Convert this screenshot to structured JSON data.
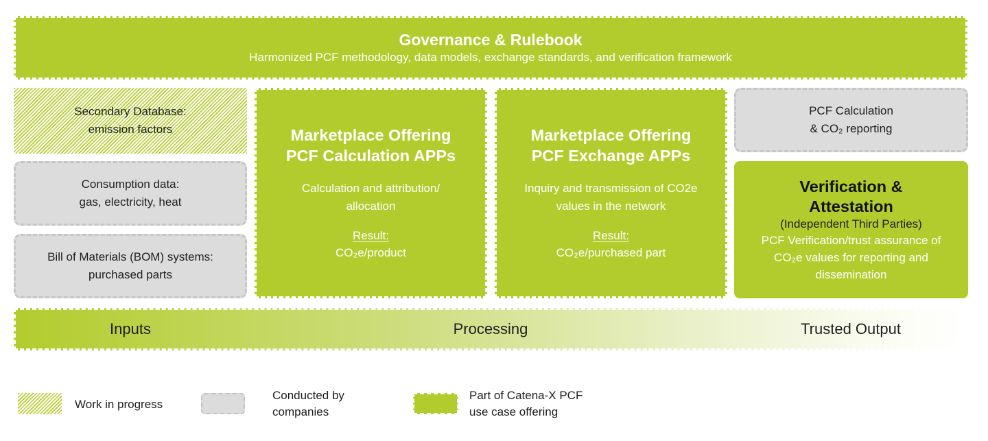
{
  "governance": {
    "title": "Governance & Rulebook",
    "subtitle": "Harmonized PCF methodology, data models, exchange standards, and verification framework"
  },
  "inputs": {
    "secondary_db": {
      "line1": "Secondary Database:",
      "line2": "emission factors"
    },
    "consumption": {
      "line1": "Consumption data:",
      "line2": "gas, electricity, heat"
    },
    "bom": {
      "line1": "Bill of Materials (BOM) systems:",
      "line2": "purchased parts"
    }
  },
  "calc_app": {
    "title_line1": "Marketplace Offering",
    "title_line2": "PCF Calculation APPs",
    "desc_line1": "Calculation and attribution/",
    "desc_line2": "allocation",
    "result_label": "Result:",
    "result_value": "CO₂e/product"
  },
  "exchange_app": {
    "title_line1": "Marketplace Offering",
    "title_line2": "PCF Exchange APPs",
    "desc_line1": "Inquiry and transmission of CO2e",
    "desc_line2": "values in the network",
    "result_label": "Result:",
    "result_value": "CO₂e/purchased part"
  },
  "reporting": {
    "line1": "PCF Calculation",
    "line2": "& CO₂ reporting"
  },
  "verification": {
    "title_line1": "Verification &",
    "title_line2": "Attestation",
    "subtitle": "(Independent Third Parties)",
    "desc_line1": "PCF Verification/trust assurance of",
    "desc_line2": "CO₂e values for reporting and",
    "desc_line3": "dissemination"
  },
  "band": {
    "inputs": "Inputs",
    "processing": "Processing",
    "output": "Trusted Output"
  },
  "legend": {
    "wip": "Work in progress",
    "companies_line1": "Conducted by",
    "companies_line2": "companies",
    "catena_line1": "Part of Catena-X PCF",
    "catena_line2": "use case offering"
  },
  "colors": {
    "brand_green": "#b3cc2d",
    "grey_fill": "#dcdcdc",
    "grey_border": "#c6c6c6"
  }
}
